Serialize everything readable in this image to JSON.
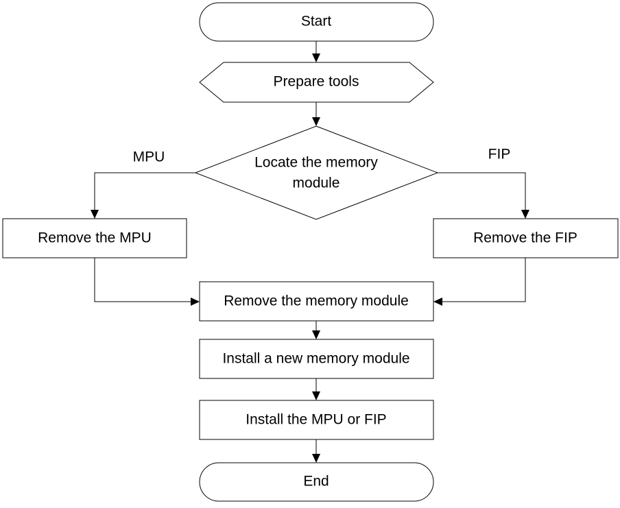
{
  "nodes": {
    "start": "Start",
    "prepare_tools": "Prepare tools",
    "locate_line1": "Locate the memory",
    "locate_line2": "module",
    "remove_mpu": "Remove the MPU",
    "remove_fip": "Remove the FIP",
    "remove_memory": "Remove the memory module",
    "install_memory": "Install a new memory module",
    "install_mpu_fip": "Install the MPU or FIP",
    "end": "End"
  },
  "branches": {
    "left": "MPU",
    "right": "FIP"
  }
}
